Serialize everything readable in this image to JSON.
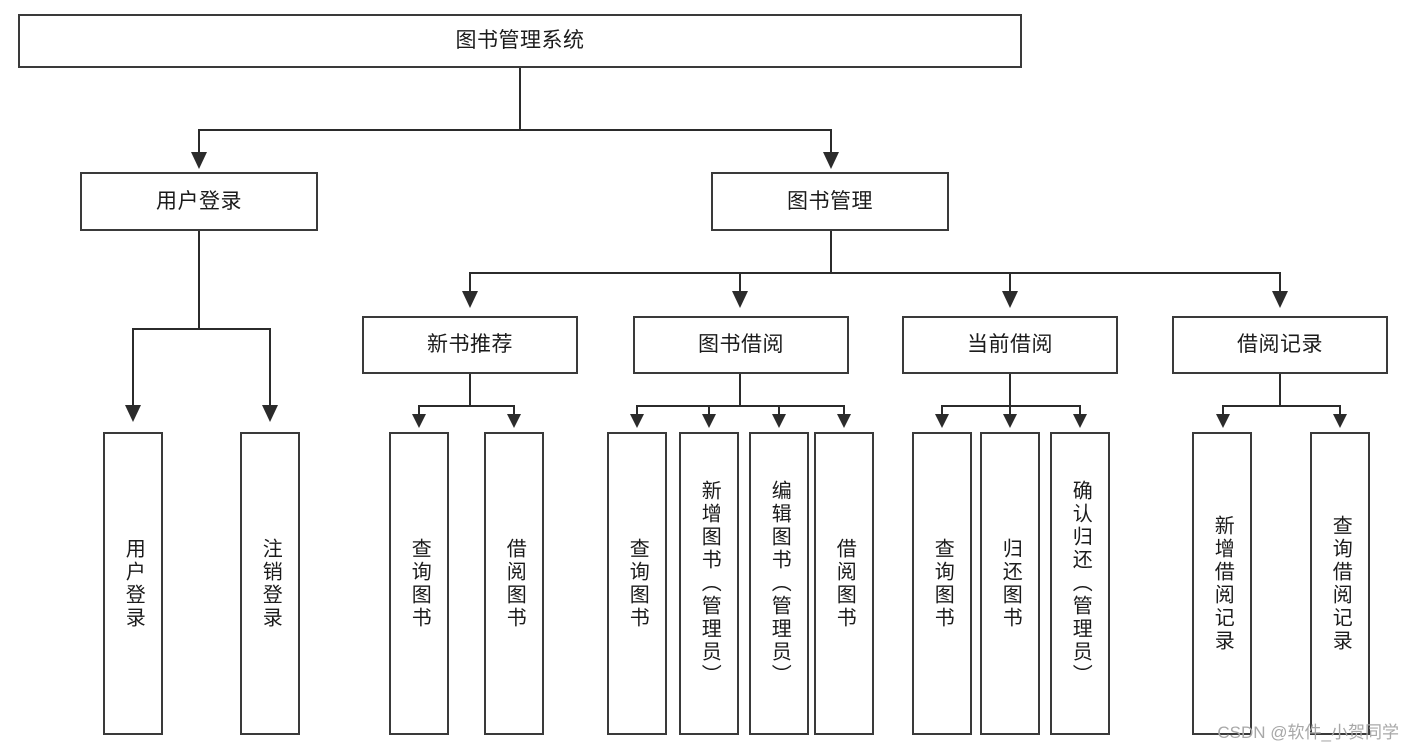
{
  "diagram": {
    "title": "图书管理系统",
    "type": "tree",
    "watermark": "CSDN @软件_小贺同学"
  },
  "root": {
    "label": "图书管理系统"
  },
  "level2": [
    {
      "label": "用户登录"
    },
    {
      "label": "图书管理"
    }
  ],
  "level3": [
    {
      "label": "新书推荐"
    },
    {
      "label": "图书借阅"
    },
    {
      "label": "当前借阅"
    },
    {
      "label": "借阅记录"
    }
  ],
  "leaves": {
    "user_login": [
      {
        "label": "用户登录"
      },
      {
        "label": "注销登录"
      }
    ],
    "new_book": [
      {
        "label": "查询图书"
      },
      {
        "label": "借阅图书"
      }
    ],
    "borrow": [
      {
        "label": "查询图书"
      },
      {
        "label": "新增图书（管理员）"
      },
      {
        "label": "编辑图书（管理员）"
      },
      {
        "label": "借阅图书"
      }
    ],
    "current": [
      {
        "label": "查询图书"
      },
      {
        "label": "归还图书"
      },
      {
        "label": "确认归还（管理员）"
      }
    ],
    "records": [
      {
        "label": "新增借阅记录"
      },
      {
        "label": "查询借阅记录"
      }
    ]
  },
  "colors": {
    "box_border": "#3a3a3a",
    "line": "#2b2b2b",
    "text": "#1b1b1b",
    "background": "#ffffff",
    "watermark": "#a8a8a8"
  }
}
